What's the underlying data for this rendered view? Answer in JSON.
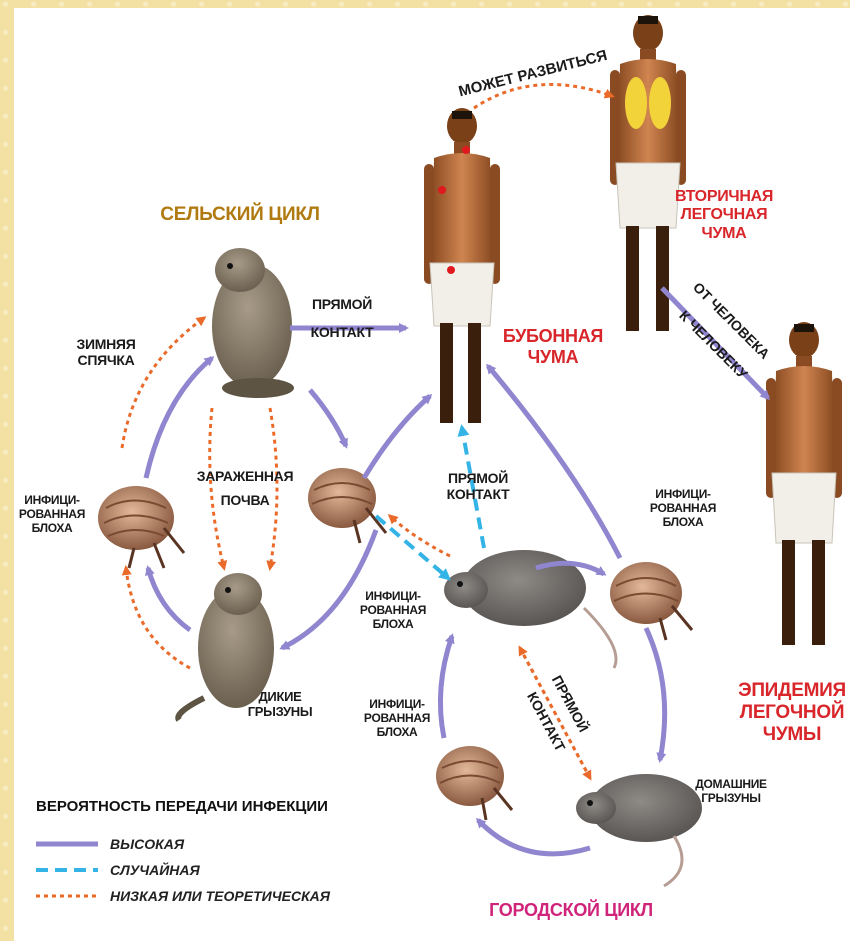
{
  "titles": {
    "rural_cycle": "СЕЛЬСКИЙ ЦИКЛ",
    "urban_cycle": "ГОРОДСКОЙ ЦИКЛ"
  },
  "labels": {
    "may_develop": "МОЖЕТ РАЗВИТЬСЯ",
    "secondary_pneumonic_1": "ВТОРИЧНАЯ",
    "secondary_pneumonic_2": "ЛЕГОЧНАЯ",
    "secondary_pneumonic_3": "ЧУМА",
    "bubonic_1": "БУБОННАЯ",
    "bubonic_2": "ЧУМА",
    "human_to_human_1": "ОТ ЧЕЛОВЕКА",
    "human_to_human_2": "К ЧЕЛОВЕКУ",
    "epidemic_1": "ЭПИДЕМИЯ",
    "epidemic_2": "ЛЕГОЧНОЙ",
    "epidemic_3": "ЧУМЫ",
    "direct_contact_top_1": "ПРЯМОЙ",
    "direct_contact_top_2": "КОНТАКТ",
    "hibernation_1": "ЗИМНЯЯ",
    "hibernation_2": "СПЯЧКА",
    "infected_soil_1": "ЗАРАЖЕННАЯ",
    "infected_soil_2": "ПОЧВА",
    "infected_flea_left_1": "ИНФИЦИ-",
    "infected_flea_left_2": "РОВАННАЯ",
    "infected_flea_left_3": "БЛОХА",
    "direct_contact_mid_1": "ПРЯМОЙ",
    "direct_contact_mid_2": "КОНТАКТ",
    "infected_flea_center_1": "ИНФИЦИ-",
    "infected_flea_center_2": "РОВАННАЯ",
    "infected_flea_center_3": "БЛОХА",
    "infected_flea_right_1": "ИНФИЦИ-",
    "infected_flea_right_2": "РОВАННАЯ",
    "infected_flea_right_3": "БЛОХА",
    "wild_rodents_1": "ДИКИЕ",
    "wild_rodents_2": "ГРЫЗУНЫ",
    "infected_flea_bottom_1": "ИНФИЦИ-",
    "infected_flea_bottom_2": "РОВАННАЯ",
    "infected_flea_bottom_3": "БЛОХА",
    "direct_contact_rat_1": "ПРЯМОЙ",
    "direct_contact_rat_2": "КОНТАКТ",
    "domestic_rodents_1": "ДОМАШНИЕ",
    "domestic_rodents_2": "ГРЫЗУНЫ"
  },
  "legend": {
    "title": "ВЕРОЯТНОСТЬ ПЕРЕДАЧИ ИНФЕКЦИИ",
    "items": [
      {
        "label": "ВЫСОКАЯ",
        "color": "#8f86cf",
        "style": "solid"
      },
      {
        "label": "СЛУЧАЙНАЯ",
        "color": "#34b4e6",
        "style": "dashed"
      },
      {
        "label": "НИЗКАЯ ИЛИ ТЕОРЕТИЧЕСКАЯ",
        "color": "#ea6a2a",
        "style": "dotted"
      }
    ]
  },
  "colors": {
    "high": "#8f86cf",
    "random": "#34b4e6",
    "low": "#ea6a2a",
    "background": "#f3e1a3"
  }
}
